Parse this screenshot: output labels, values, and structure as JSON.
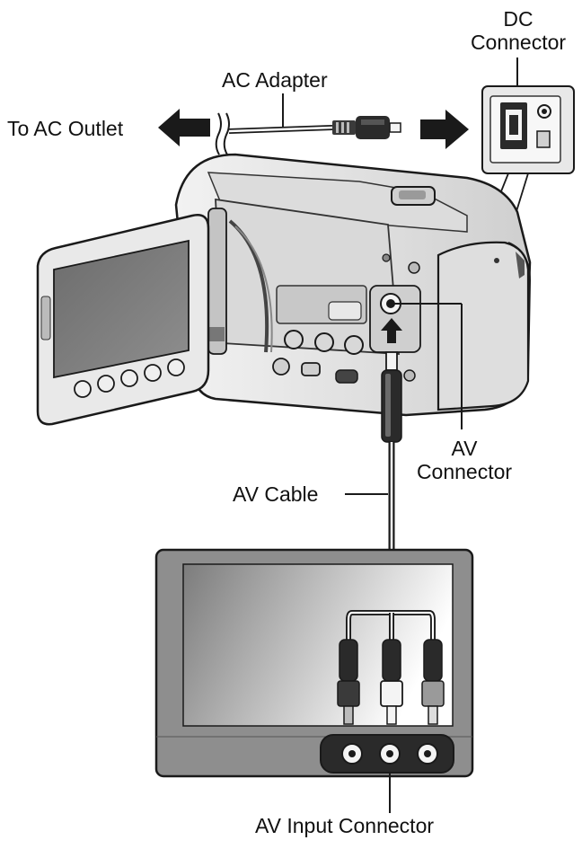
{
  "labels": {
    "dc_connector": "DC\nConnector",
    "ac_adapter": "AC Adapter",
    "to_ac_outlet": "To AC Outlet",
    "av_connector": "AV\nConnector",
    "av_cable": "AV Cable",
    "av_input_connector": "AV Input Connector"
  },
  "colors": {
    "line": "#1a1a1a",
    "body_fill": "#e6e6e6",
    "body_dark": "#6a6a6a",
    "screen_fill": "#7a7a7a",
    "tv_frame": "#8a8a8a",
    "tv_screen_start": "#7c7c7c",
    "tv_screen_end": "#ffffff",
    "plug_white": "#f4f4f4",
    "plug_black": "#222222",
    "plug_gray": "#9a9a9a"
  },
  "icons": {
    "left_arrow": "arrow-left-icon",
    "right_arrow": "arrow-right-icon",
    "up_arrow": "arrow-up-icon"
  }
}
